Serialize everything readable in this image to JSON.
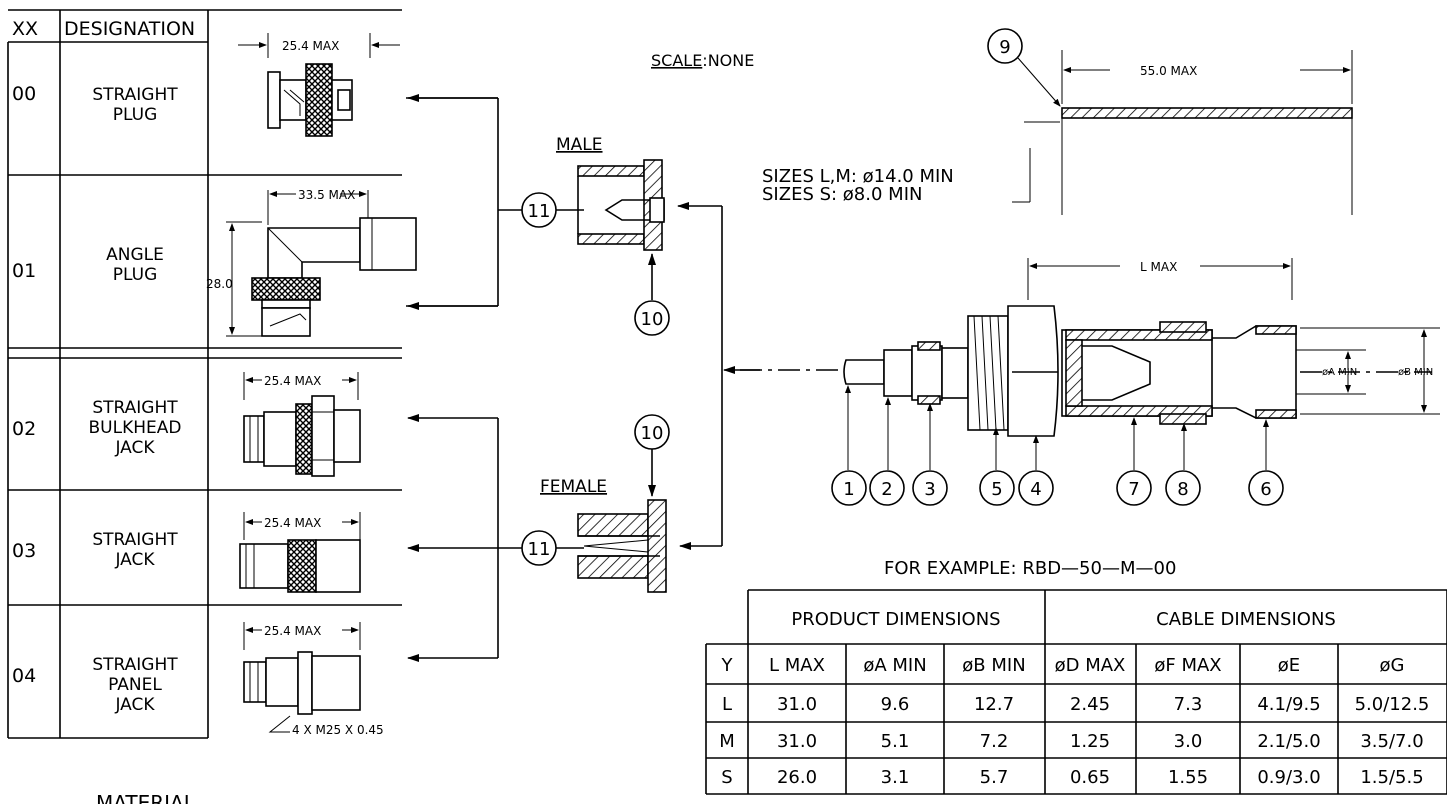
{
  "left_table": {
    "header_xx": "XX",
    "header_designation": "DESIGNATION",
    "rows": [
      {
        "code": "00",
        "designation": [
          "STRAIGHT",
          "PLUG"
        ],
        "dim": "25.4 MAX"
      },
      {
        "code": "01",
        "designation": [
          "ANGLE",
          "PLUG"
        ],
        "dim": "33.5 MAX",
        "dim2": "28.0"
      },
      {
        "code": "02",
        "designation": [
          "STRAIGHT",
          "BULKHEAD",
          "JACK"
        ],
        "dim": "25.4 MAX"
      },
      {
        "code": "03",
        "designation": [
          "STRAIGHT",
          "JACK"
        ],
        "dim": "25.4 MAX"
      },
      {
        "code": "04",
        "designation": [
          "STRAIGHT",
          "PANEL",
          "JACK"
        ],
        "dim": "25.4 MAX",
        "note": "4 X M25 X 0.45"
      }
    ]
  },
  "scale_label": "SCALE",
  "scale_value": ":NONE",
  "male_label": "MALE",
  "female_label": "FEMALE",
  "sizes_line1": "SIZES L,M: ø14.0  MIN",
  "sizes_line2": "SIZES  S:  ø8.0  MIN",
  "dim_55": "55.0 MAX",
  "dim_L": "L MAX",
  "dim_A": "øA MIN",
  "dim_B": "øB MIN",
  "balloons": {
    "b1": "1",
    "b2": "2",
    "b3": "3",
    "b4": "4",
    "b5": "5",
    "b6": "6",
    "b7": "7",
    "b8": "8",
    "b9": "9",
    "b10a": "10",
    "b10b": "10",
    "b11a": "11",
    "b11b": "11"
  },
  "example": "FOR  EXAMPLE:  RBD—50—M—00",
  "dim_table": {
    "group1": "PRODUCT  DIMENSIONS",
    "group2": "CABLE  DIMENSIONS",
    "headers": [
      "Y",
      "L  MAX",
      "øA  MIN",
      "øB  MIN",
      "øD  MAX",
      "øF  MAX",
      "øE",
      "øG"
    ],
    "rows": [
      [
        "L",
        "31.0",
        "9.6",
        "12.7",
        "2.45",
        "7.3",
        "4.1/9.5",
        "5.0/12.5"
      ],
      [
        "M",
        "31.0",
        "5.1",
        "7.2",
        "1.25",
        "3.0",
        "2.1/5.0",
        "3.5/7.0"
      ],
      [
        "S",
        "26.0",
        "3.1",
        "5.7",
        "0.65",
        "1.55",
        "0.9/3.0",
        "1.5/5.5"
      ]
    ]
  },
  "material_label": "MATERIAL"
}
